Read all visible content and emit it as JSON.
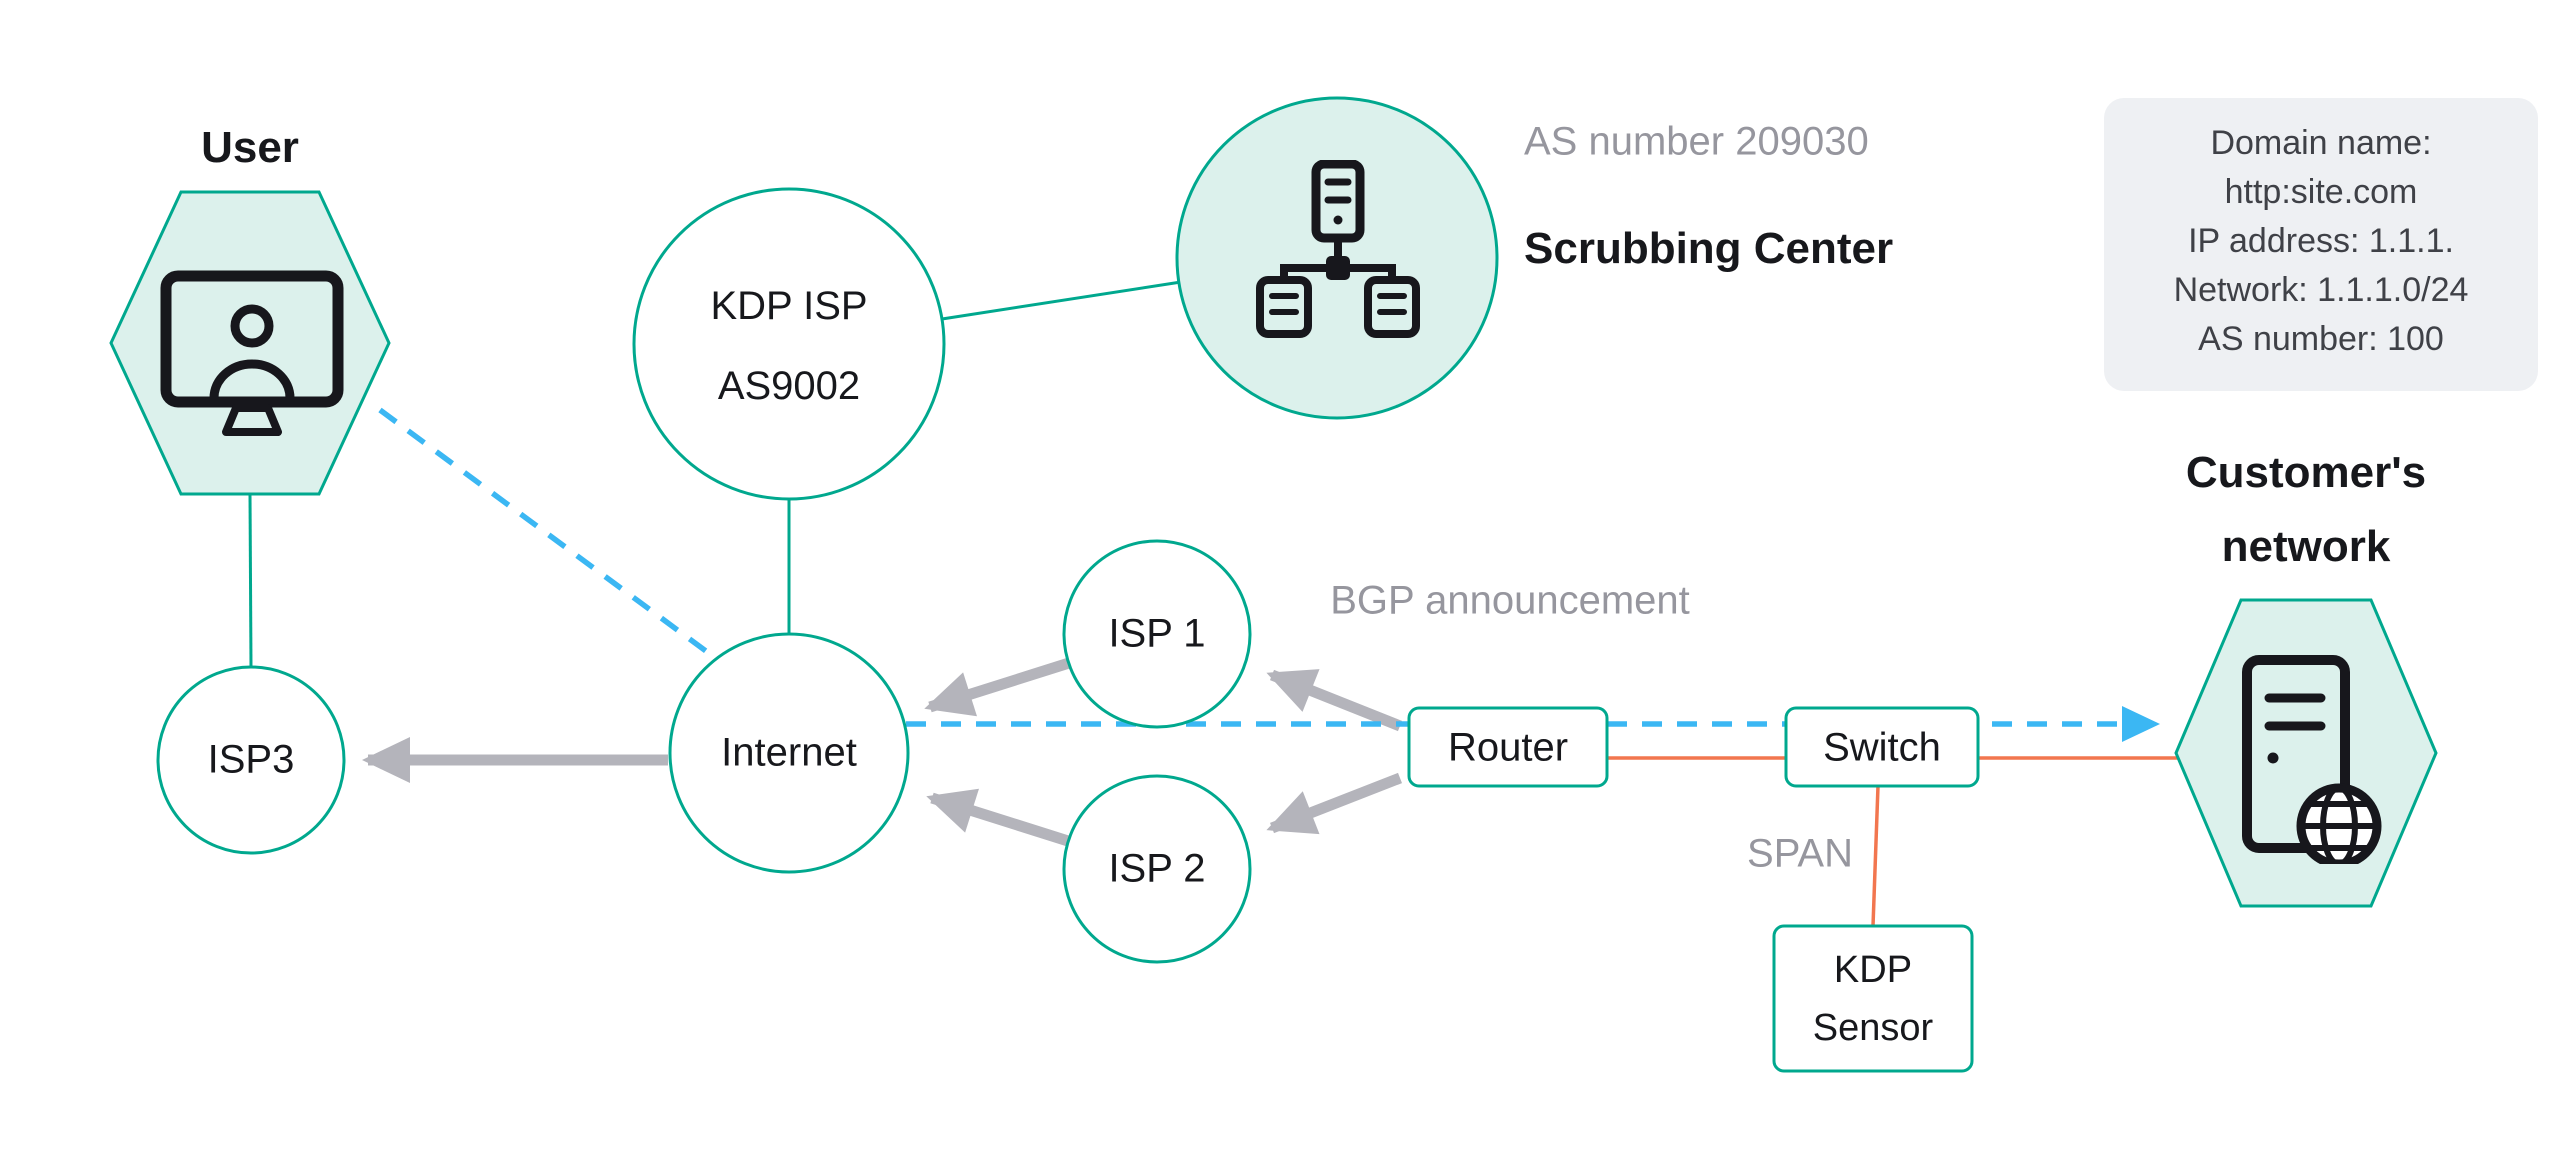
{
  "colors": {
    "teal": "#00a88e",
    "light_teal": "#dcf1ec",
    "blue_dash": "#3bb7f3",
    "gray_arrow": "#b4b4bb",
    "orange": "#f2764f",
    "gray_text": "#96969e",
    "text": "#17181c",
    "info_box_bg": "#eef0f3"
  },
  "nodes": {
    "user": {
      "label": "User"
    },
    "isp3": {
      "label": "ISP3"
    },
    "internet": {
      "label": "Internet"
    },
    "kdp_isp": {
      "line1": "KDP ISP",
      "line2": "AS9002"
    },
    "scrubbing_center": {
      "as_number": "AS number 209030",
      "title": "Scrubbing Center"
    },
    "isp1": {
      "label": "ISP 1"
    },
    "isp2": {
      "label": "ISP 2"
    },
    "router": {
      "label": "Router"
    },
    "switch": {
      "label": "Switch"
    },
    "kdp_sensor": {
      "line1": "KDP",
      "line2": "Sensor"
    },
    "customer_network": {
      "line1": "Customer's",
      "line2": "network"
    }
  },
  "edge_labels": {
    "bgp_announcement": "BGP announcement",
    "span": "SPAN"
  },
  "info_box": {
    "lines": [
      "Domain name:",
      "http:site.com",
      "IP address: 1.1.1.",
      "Network: 1.1.1.0/24",
      "AS number: 100"
    ]
  }
}
